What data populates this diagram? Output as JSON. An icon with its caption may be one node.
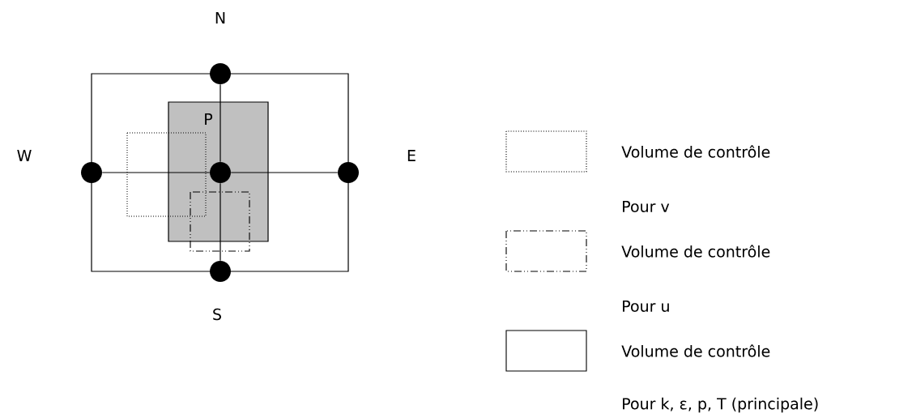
{
  "diagram": {
    "nodes": [
      {
        "text": [],
        "shape": "circle",
        "beside": [
          "N"
        ]
      },
      {
        "text": [],
        "shape": "circle",
        "beside": [
          "W"
        ]
      },
      {
        "text": [],
        "shape": "circle",
        "beside": [
          "P"
        ]
      },
      {
        "text": [],
        "shape": "circle",
        "beside": [
          "E"
        ]
      },
      {
        "text": [],
        "shape": "circle",
        "beside": [
          "S"
        ]
      }
    ],
    "edges": [
      {
        "from": 1,
        "to": 2,
        "arrow": "none"
      },
      {
        "from": 2,
        "to": 3,
        "arrow": "none"
      },
      {
        "from": 0,
        "to": 2,
        "arrow": "none"
      },
      {
        "from": 2,
        "to": 4,
        "arrow": "none"
      }
    ],
    "labels": [
      "Pour v",
      "Pour u",
      "Pour k, ε, p, T (principale)"
    ],
    "legend": [
      {
        "text": "Volume de contrôle"
      },
      {
        "text": "Volume de contrôle"
      },
      {
        "text": "Volume de contrôle"
      }
    ]
  }
}
